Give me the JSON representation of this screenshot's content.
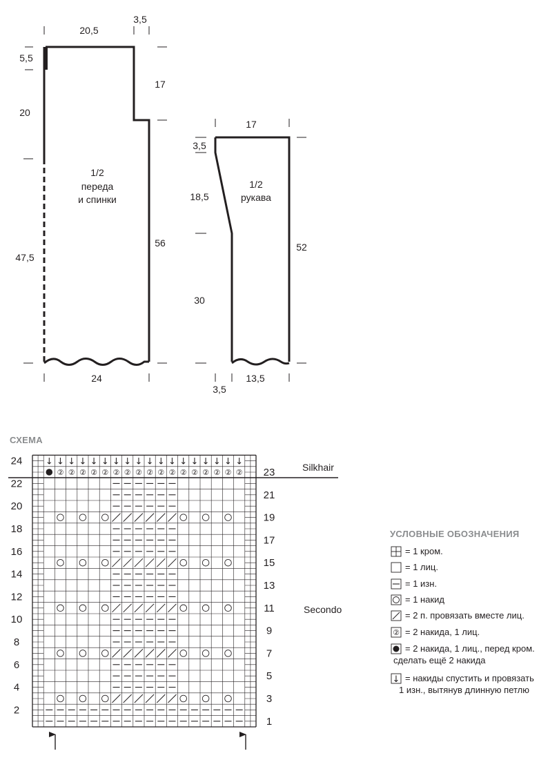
{
  "schematic": {
    "body_piece": {
      "label_lines": [
        "1/2",
        "переда",
        "и спинки"
      ],
      "dim_top": "20,5",
      "dim_step": "3,5",
      "dim_neck": "5,5",
      "dim_left_upper": "20",
      "dim_left_lower": "47,5",
      "dim_right_upper": "17",
      "dim_right_lower": "56",
      "dim_bottom": "24"
    },
    "sleeve_piece": {
      "label_lines": [
        "1/2",
        "рукава"
      ],
      "dim_top": "17",
      "dim_top_left": "3,5",
      "dim_left_mid": "18,5",
      "dim_left_lower": "30",
      "dim_right": "52",
      "dim_bottom_left": "3,5",
      "dim_bottom": "13,5"
    }
  },
  "chart": {
    "title": "СХЕМА",
    "columns": 18,
    "rows": 24,
    "left_row_numbers": [
      "24",
      "22",
      "20",
      "18",
      "16",
      "14",
      "12",
      "10",
      "8",
      "6",
      "4",
      "2"
    ],
    "right_row_numbers": [
      "23",
      "21",
      "19",
      "17",
      "15",
      "13",
      "11",
      "9",
      "7",
      "5",
      "3",
      "1"
    ],
    "yarn_labels": [
      "Silkhair",
      "Secondo"
    ]
  },
  "legend": {
    "title": "УСЛОВНЫЕ ОБОЗНАЧЕНИЯ",
    "items": [
      {
        "icon": "edge-stitch-icon",
        "lines": [
          "= 1 кром."
        ]
      },
      {
        "icon": "knit-stitch-icon",
        "lines": [
          "= 1 лиц."
        ]
      },
      {
        "icon": "purl-stitch-icon",
        "lines": [
          "= 1 изн."
        ]
      },
      {
        "icon": "yarn-over-icon",
        "lines": [
          "= 1 накид"
        ]
      },
      {
        "icon": "knit-two-together-icon",
        "lines": [
          "= 2 п. провязать вместе лиц."
        ]
      },
      {
        "icon": "double-yarn-over-icon",
        "lines": [
          "= 2 накида, 1 лиц."
        ]
      },
      {
        "icon": "filled-dot-icon",
        "lines": [
          "= 2 накида, 1 лиц., перед кром.",
          "сделать ещё 2 накида"
        ]
      },
      {
        "icon": "drop-yarn-over-arrow-icon",
        "lines": [
          "= накиды спустить и провязать",
          "1 изн., вытянув длинную петлю"
        ]
      }
    ],
    "circled_two_glyph": "②",
    "down_arrow_glyph": "↓"
  }
}
